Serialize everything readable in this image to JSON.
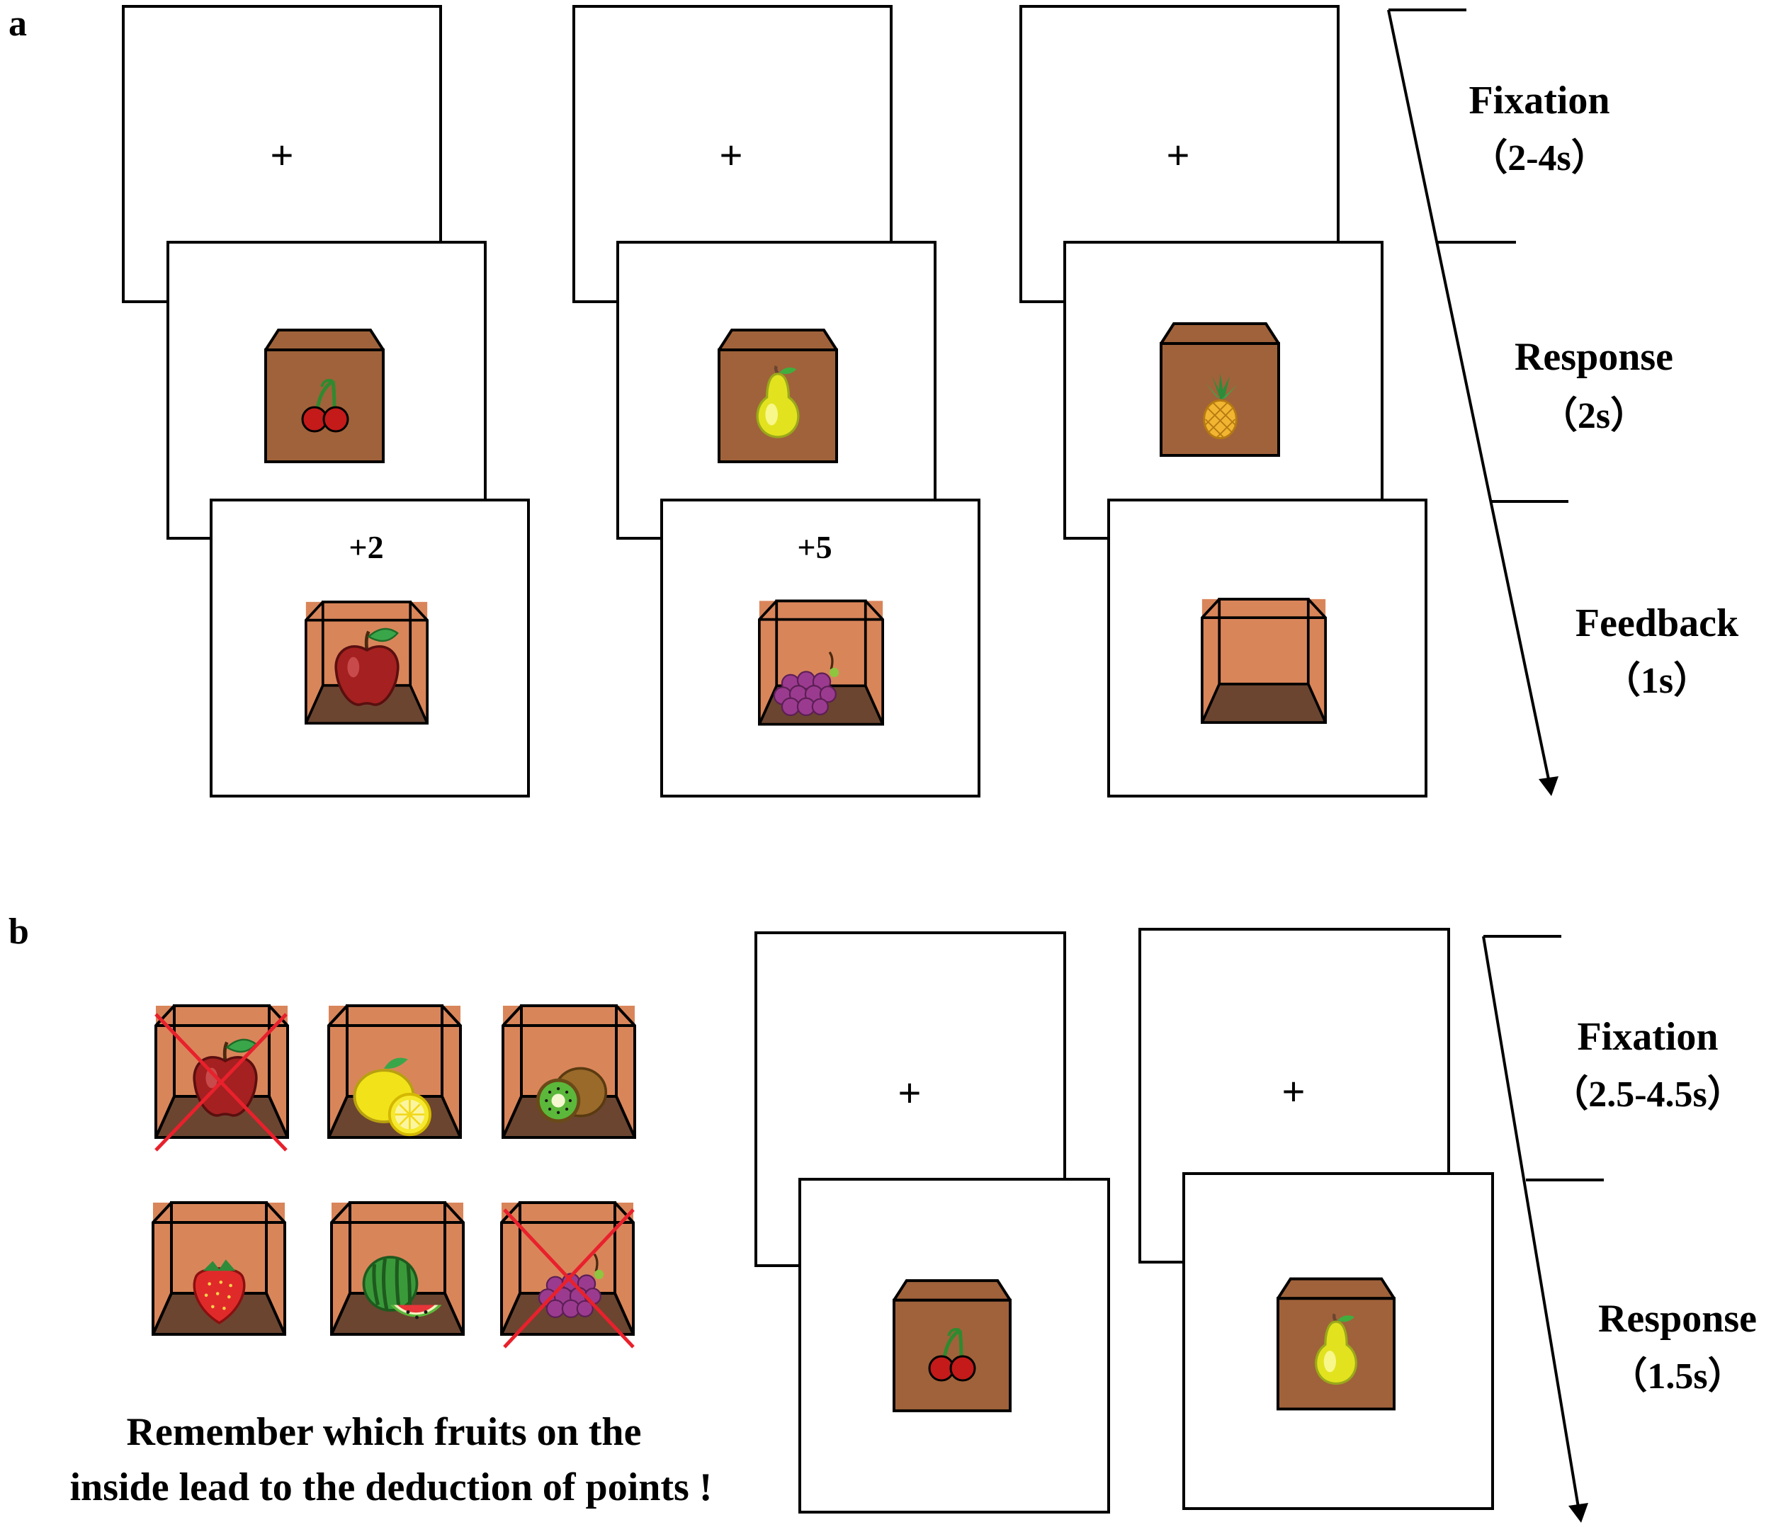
{
  "panel_a": {
    "label": "a",
    "phases": [
      {
        "name": "Fixation",
        "duration": "（2-4s）"
      },
      {
        "name": "Response",
        "duration": "（2s）"
      },
      {
        "name": "Feedback",
        "duration": "（1s）"
      }
    ],
    "trials": [
      {
        "fixation": "+",
        "response_fruit": "cherry",
        "feedback_score": "+2",
        "feedback_fruit": "apple"
      },
      {
        "fixation": "+",
        "response_fruit": "pear",
        "feedback_score": "+5",
        "feedback_fruit": "grapes"
      },
      {
        "fixation": "+",
        "response_fruit": "pineapple",
        "feedback_score": "",
        "feedback_fruit": "empty"
      }
    ]
  },
  "panel_b": {
    "label": "b",
    "fruit_grid": [
      {
        "fruit": "apple",
        "crossed": true
      },
      {
        "fruit": "lemon",
        "crossed": false
      },
      {
        "fruit": "kiwi",
        "crossed": false
      },
      {
        "fruit": "strawberry",
        "crossed": false
      },
      {
        "fruit": "watermelon",
        "crossed": false
      },
      {
        "fruit": "grapes",
        "crossed": true
      }
    ],
    "instruction_line1": "Remember which fruits on the",
    "instruction_line2": "inside lead to the deduction of points !",
    "phases": [
      {
        "name": "Fixation",
        "duration": "（2.5-4.5s）"
      },
      {
        "name": "Response",
        "duration": "（1.5s）"
      }
    ],
    "trials": [
      {
        "fixation": "+",
        "response_fruit": "cherry"
      },
      {
        "fixation": "+",
        "response_fruit": "pear"
      }
    ]
  },
  "colors": {
    "closed_box": "#a0623a",
    "open_box_back": "#d9855a",
    "open_box_floor": "#6b4530",
    "cross_mark": "#e8212c",
    "frame": "#000000"
  }
}
